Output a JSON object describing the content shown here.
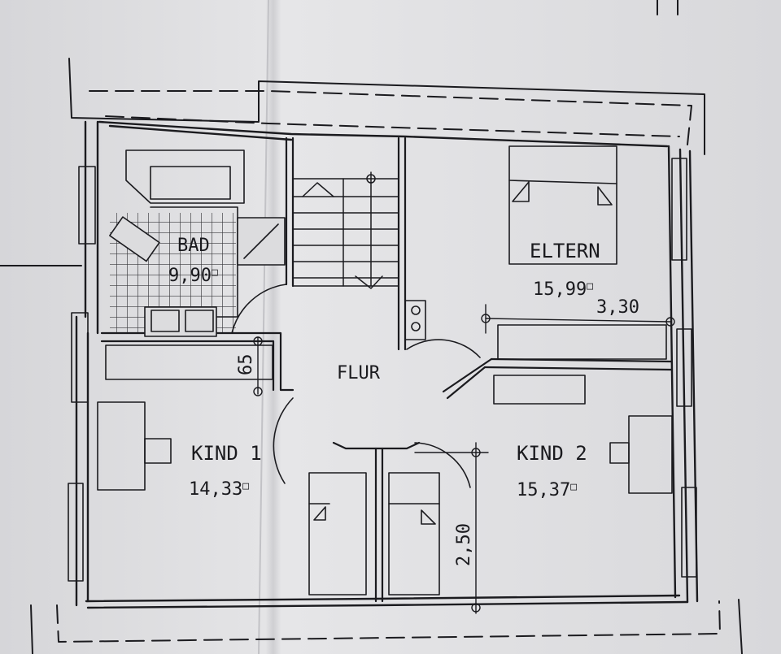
{
  "plan": {
    "rooms": [
      {
        "name": "BAD",
        "area": "9,90"
      },
      {
        "name": "ELTERN",
        "area": "15,99"
      },
      {
        "name": "FLUR",
        "area": ""
      },
      {
        "name": "KIND 1",
        "area": "14,33"
      },
      {
        "name": "KIND 2",
        "area": "15,37"
      }
    ],
    "area_unit_symbol": "□",
    "dimensions": [
      "3,30",
      "65",
      "2,50"
    ]
  },
  "colors": {
    "paper": "#dcdcde",
    "ink": "#1b1b1f"
  }
}
